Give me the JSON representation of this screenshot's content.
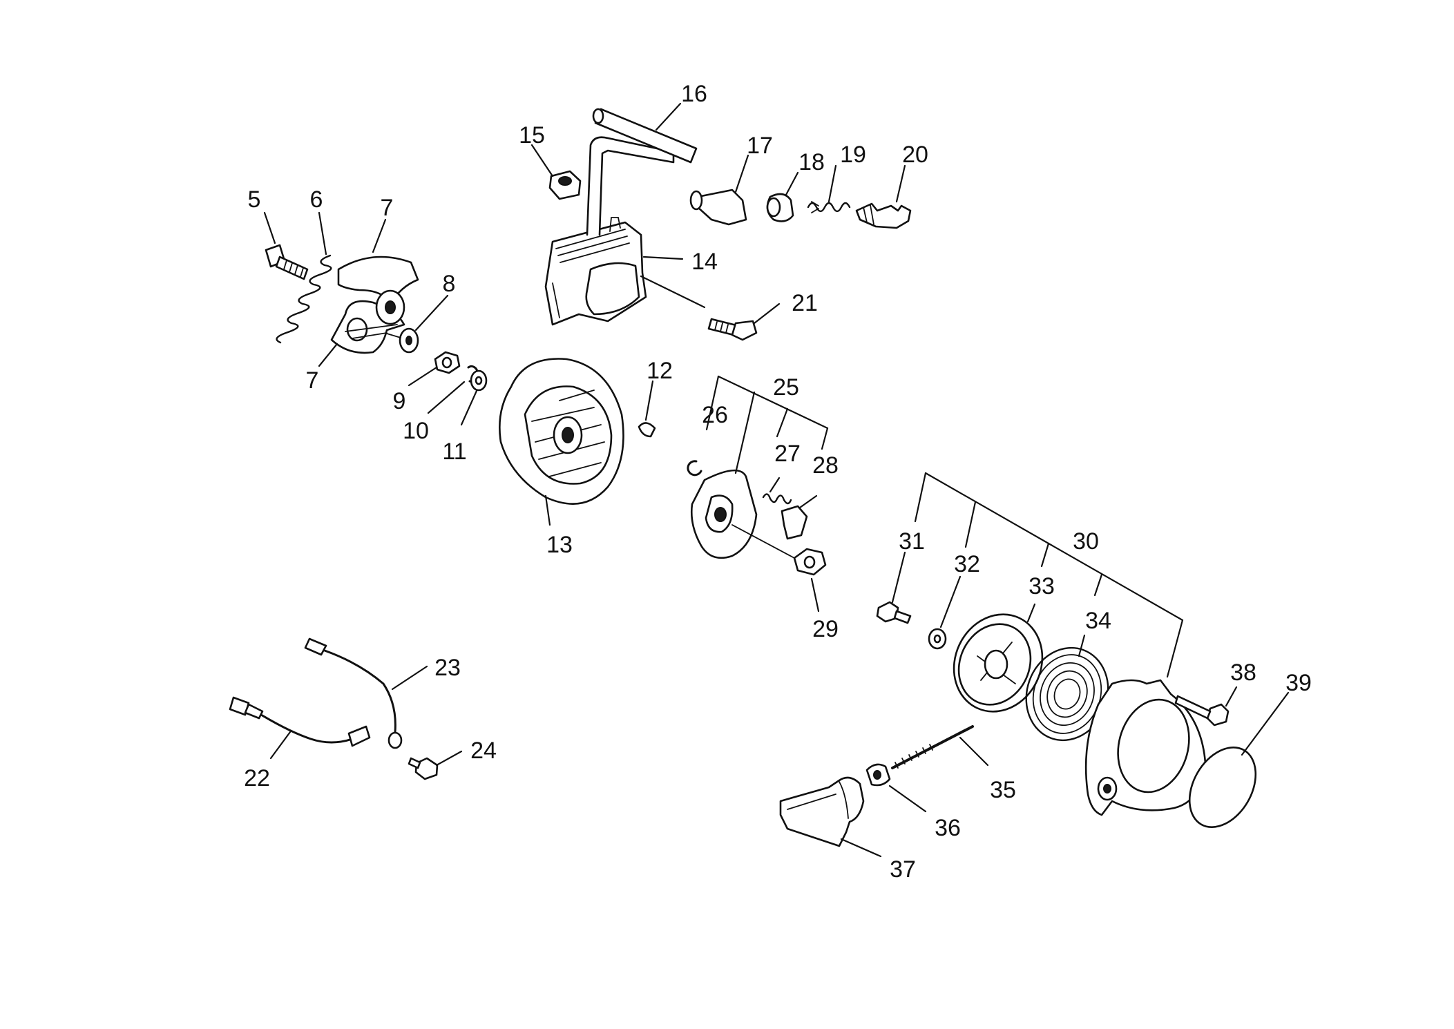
{
  "diagram": {
    "part_numbers": {
      "p5": "5",
      "p6": "6",
      "p7a": "7",
      "p7b": "7",
      "p8": "8",
      "p9": "9",
      "p10": "10",
      "p11": "11",
      "p12": "12",
      "p13": "13",
      "p14": "14",
      "p15": "15",
      "p16": "16",
      "p17": "17",
      "p18": "18",
      "p19": "19",
      "p20": "20",
      "p21": "21",
      "p22": "22",
      "p23": "23",
      "p24": "24",
      "p25": "25",
      "p26": "26",
      "p27": "27",
      "p28": "28",
      "p29": "29",
      "p30": "30",
      "p31": "31",
      "p32": "32",
      "p33": "33",
      "p34": "34",
      "p35": "35",
      "p36": "36",
      "p37": "37",
      "p38": "38",
      "p39": "39"
    }
  }
}
